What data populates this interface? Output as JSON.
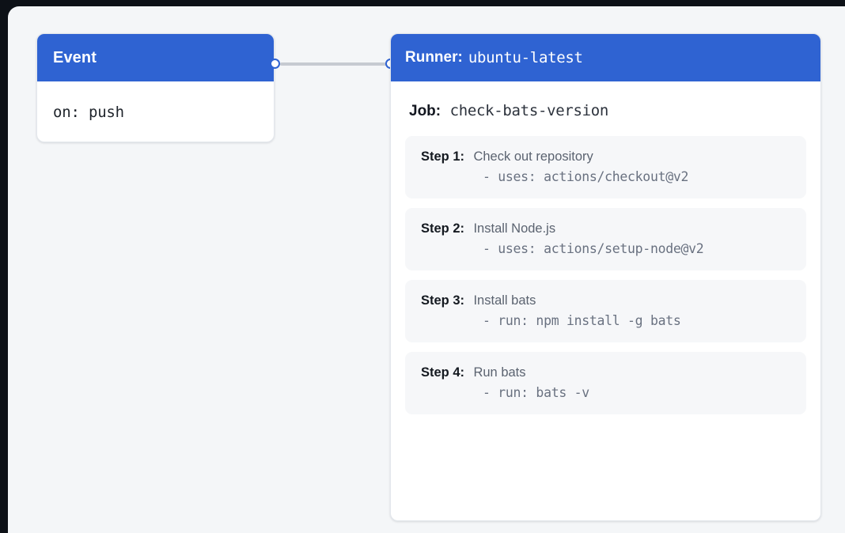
{
  "canvas": {
    "background_color": "#f4f6f8",
    "page_background_color": "#0d1117",
    "accent_color": "#2f63d2"
  },
  "event_node": {
    "title": "Event",
    "trigger": "on: push"
  },
  "connector": {
    "source_handle": "source-handle",
    "target_handle": "target-handle",
    "line_color": "#c6cad1"
  },
  "runner_node": {
    "runner_label": "Runner:",
    "runner_value": "ubuntu-latest",
    "job_label": "Job:",
    "job_value": "check-bats-version",
    "steps": [
      {
        "label": "Step 1:",
        "name": "Check out repository",
        "command": "- uses: actions/checkout@v2"
      },
      {
        "label": "Step 2:",
        "name": "Install Node.js",
        "command": "- uses: actions/setup-node@v2"
      },
      {
        "label": "Step 3:",
        "name": "Install bats",
        "command": "- run: npm install -g bats"
      },
      {
        "label": "Step 4:",
        "name": "Run bats",
        "command": "- run: bats -v"
      }
    ]
  }
}
